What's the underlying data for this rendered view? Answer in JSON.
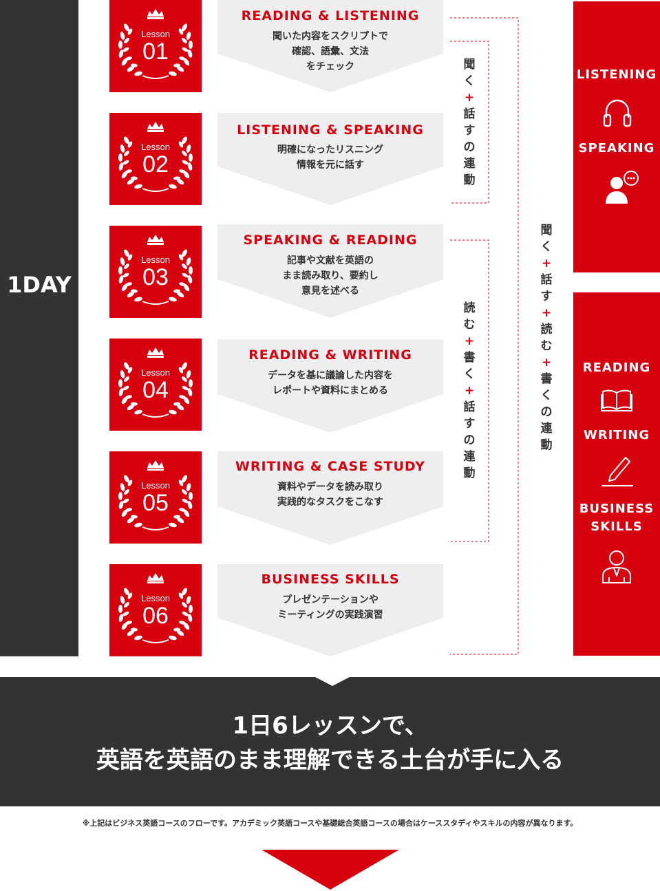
{
  "day_label": "1DAY",
  "lesson_word": "Lesson",
  "lessons": [
    {
      "number": "01",
      "title": "READING & LISTENING",
      "desc": [
        "聞いた内容をスクリプトで",
        "確認、語彙、文法",
        "をチェック"
      ]
    },
    {
      "number": "02",
      "title": "LISTENING & SPEAKING",
      "desc": [
        "明確になったリスニング",
        "情報を元に話す"
      ]
    },
    {
      "number": "03",
      "title": "SPEAKING & READING",
      "desc": [
        "記事や文献を英語の",
        "まま読み取り、要約し",
        "意見を述べる"
      ]
    },
    {
      "number": "04",
      "title": "READING & WRITING",
      "desc": [
        "データを基に議論した内容を",
        "レポートや資料にまとめる"
      ]
    },
    {
      "number": "05",
      "title": "WRITING & CASE STUDY",
      "desc": [
        "資料やデータを読み取り",
        "実践的なタスクをこなす"
      ]
    },
    {
      "number": "06",
      "title": "BUSINESS SKILLS",
      "desc": [
        "プレゼンテーションや",
        "ミーティングの実践演習"
      ]
    }
  ],
  "links": {
    "listen_speak": [
      "聞",
      "く",
      "+",
      "話",
      "す",
      "の",
      "連",
      "動"
    ],
    "read_write_speak": [
      "読",
      "む",
      "+",
      "書",
      "く",
      "+",
      "話",
      "す",
      "の",
      "連",
      "動"
    ],
    "all": [
      "聞",
      "く",
      "+",
      "話",
      "す",
      "+",
      "読",
      "む",
      "+",
      "書",
      "く",
      "の",
      "連",
      "動"
    ]
  },
  "skills_top": {
    "listening": "LISTENING",
    "speaking": "SPEAKING"
  },
  "skills_bottom": {
    "reading": "READING",
    "writing": "WRITING",
    "business": [
      "BUSINESS",
      "SKILLS"
    ]
  },
  "icons": [
    "laurel-crown-icon",
    "headphones-icon",
    "speaker-icon",
    "book-icon",
    "pen-icon",
    "businessperson-icon"
  ],
  "summary": [
    "1日6レッスンで、",
    "英語を英語のまま理解できる土台が手に入る"
  ],
  "note": "※上記はビジネス英語コースのフローです。アカデミック英語コースや基礎総合英語コースの場合はケーススタディやスキルの内容が異なります。",
  "colors": {
    "red": "#d7000f",
    "dark": "#333333",
    "card": "#eeeeee"
  }
}
